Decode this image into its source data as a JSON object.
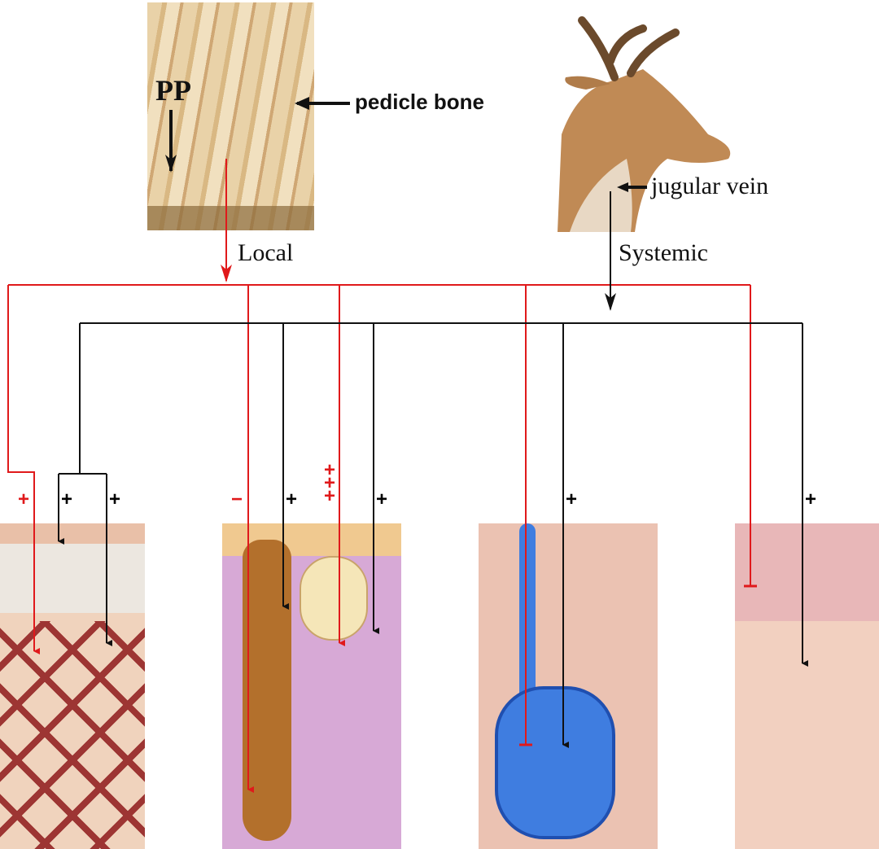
{
  "top_left_photo": {
    "label_pp": "PP",
    "label_pedicle": "pedicle bone"
  },
  "top_right_photo": {
    "label_vein": "jugular vein"
  },
  "pathways": {
    "local": "Local",
    "systemic": "Systemic"
  },
  "signs": {
    "panel1_red": "+",
    "panel1_black_a": "+",
    "panel1_black_b": "+",
    "panel2_red_minus": "−",
    "panel2_black_a": "+",
    "panel2_red_plus": "+\n+\n+",
    "panel2_black_b": "+",
    "panel3_black": "+",
    "panel4_black": "+"
  },
  "colors": {
    "local": "#e0191b",
    "systemic": "#111111"
  }
}
